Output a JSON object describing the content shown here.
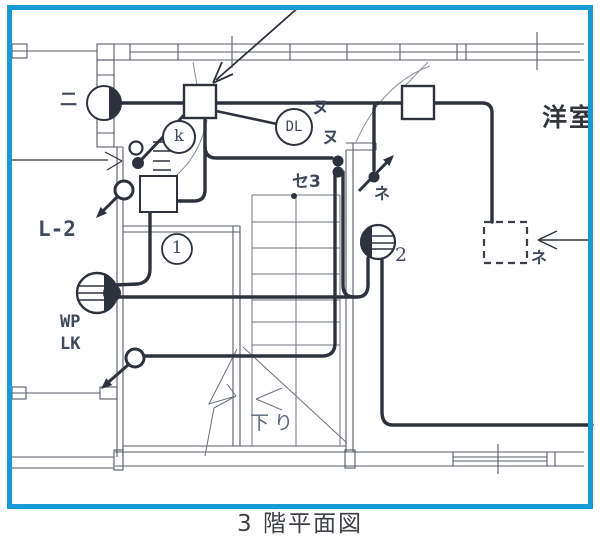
{
  "diagram": {
    "caption": "3 階平面図",
    "room_label": "洋室",
    "stair_direction_label": "下り",
    "circuit_label": "L-2",
    "outlet_wp": {
      "line1": "WP",
      "line2": "LK"
    },
    "outlet_ni_label": "二",
    "outlet_2_label": "2",
    "downlight_label": "DL",
    "switch_k_label": "k",
    "wire_number_label": "1",
    "wire_marks": {
      "nu_upper": "ヌ",
      "nu_lower": "ヌ",
      "se_3": "セ3",
      "ne_stair": "ネ",
      "ne_closet": "ネ"
    },
    "colors": {
      "border": "#189bd5",
      "ink": "#2d323d",
      "label": "#40485c"
    }
  }
}
